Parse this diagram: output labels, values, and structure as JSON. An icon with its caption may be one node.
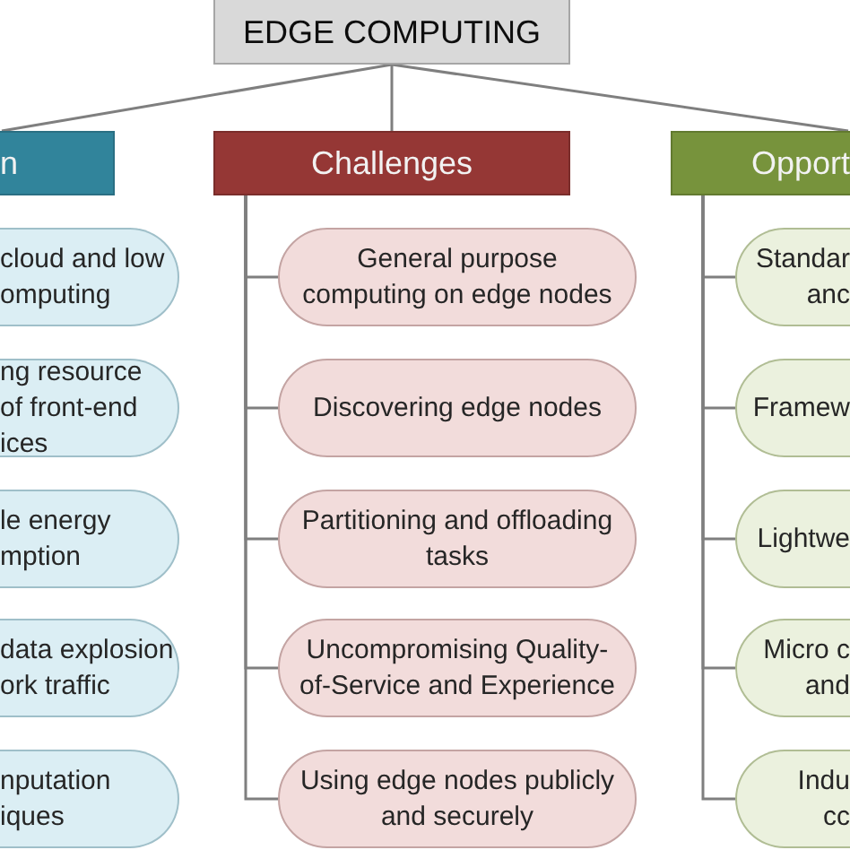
{
  "diagram": {
    "nodes": [
      {
        "text": [
          "EDGE COMPUTING"
        ]
      },
      {
        "text": [
          "n"
        ]
      },
      {
        "text": [
          "Challenges"
        ]
      },
      {
        "text": [
          "Opport"
        ]
      },
      {
        "text": [
          "cloud and low omputing"
        ]
      },
      {
        "text": [
          "ng resource of front-end ices"
        ]
      },
      {
        "text": [
          "le energy mption"
        ]
      },
      {
        "text": [
          "data explosion ork traffic"
        ]
      },
      {
        "text": [
          "nputation iques"
        ]
      },
      {
        "text": [
          "General purpose computing on edge nodes"
        ]
      },
      {
        "text": [
          "Discovering edge nodes"
        ]
      },
      {
        "text": [
          "Partitioning and offloading tasks"
        ]
      },
      {
        "text": [
          "Uncompromising Quality-of-Service and Experience"
        ]
      },
      {
        "text": [
          "Using edge nodes publicly and securely"
        ]
      },
      {
        "text": [
          "Standar anc"
        ]
      },
      {
        "text": [
          "Framew"
        ]
      },
      {
        "text": [
          "Lightwe"
        ]
      },
      {
        "text": [
          "Micro c and"
        ]
      },
      {
        "text": [
          "Indu cc"
        ]
      }
    ],
    "edges": [
      {
        "from": 0,
        "to": 1,
        "arrow": "none"
      },
      {
        "from": 0,
        "to": 2,
        "arrow": "none"
      },
      {
        "from": 0,
        "to": 3,
        "arrow": "none"
      },
      {
        "from": 2,
        "to": 9,
        "arrow": "none"
      },
      {
        "from": 2,
        "to": 10,
        "arrow": "none"
      },
      {
        "from": 2,
        "to": 11,
        "arrow": "none"
      },
      {
        "from": 2,
        "to": 12,
        "arrow": "none"
      },
      {
        "from": 2,
        "to": 13,
        "arrow": "none"
      },
      {
        "from": 3,
        "to": 14,
        "arrow": "none"
      },
      {
        "from": 3,
        "to": 15,
        "arrow": "none"
      },
      {
        "from": 3,
        "to": 16,
        "arrow": "none"
      },
      {
        "from": 3,
        "to": 17,
        "arrow": "none"
      },
      {
        "from": 3,
        "to": 18,
        "arrow": "none"
      }
    ]
  }
}
